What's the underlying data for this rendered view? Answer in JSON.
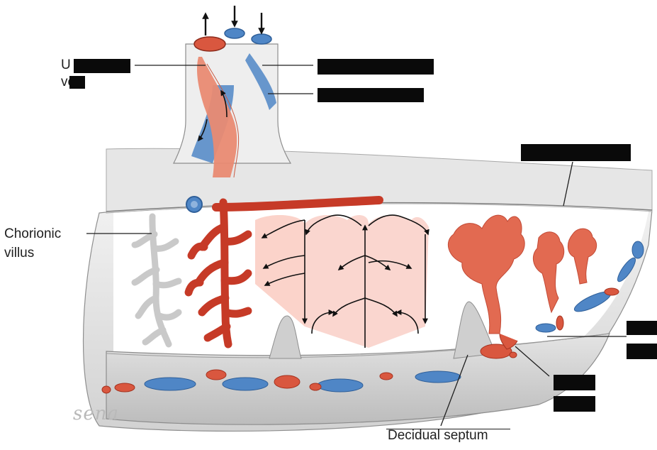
{
  "labels": {
    "umbilical_vein_line1": "U",
    "umbilical_vein_line2": "ve",
    "chorionic_villus_line1": "Chorionic",
    "chorionic_villus_line2": "villus",
    "decidual_septum": "Decidual septum"
  },
  "artist_signature": "sena",
  "colors": {
    "arterial_red": "#e0624a",
    "deep_red": "#c93f2d",
    "venous_blue": "#4f86c6",
    "tissue_gray": "#d9d9d9",
    "redaction": "#0a0a0a"
  }
}
